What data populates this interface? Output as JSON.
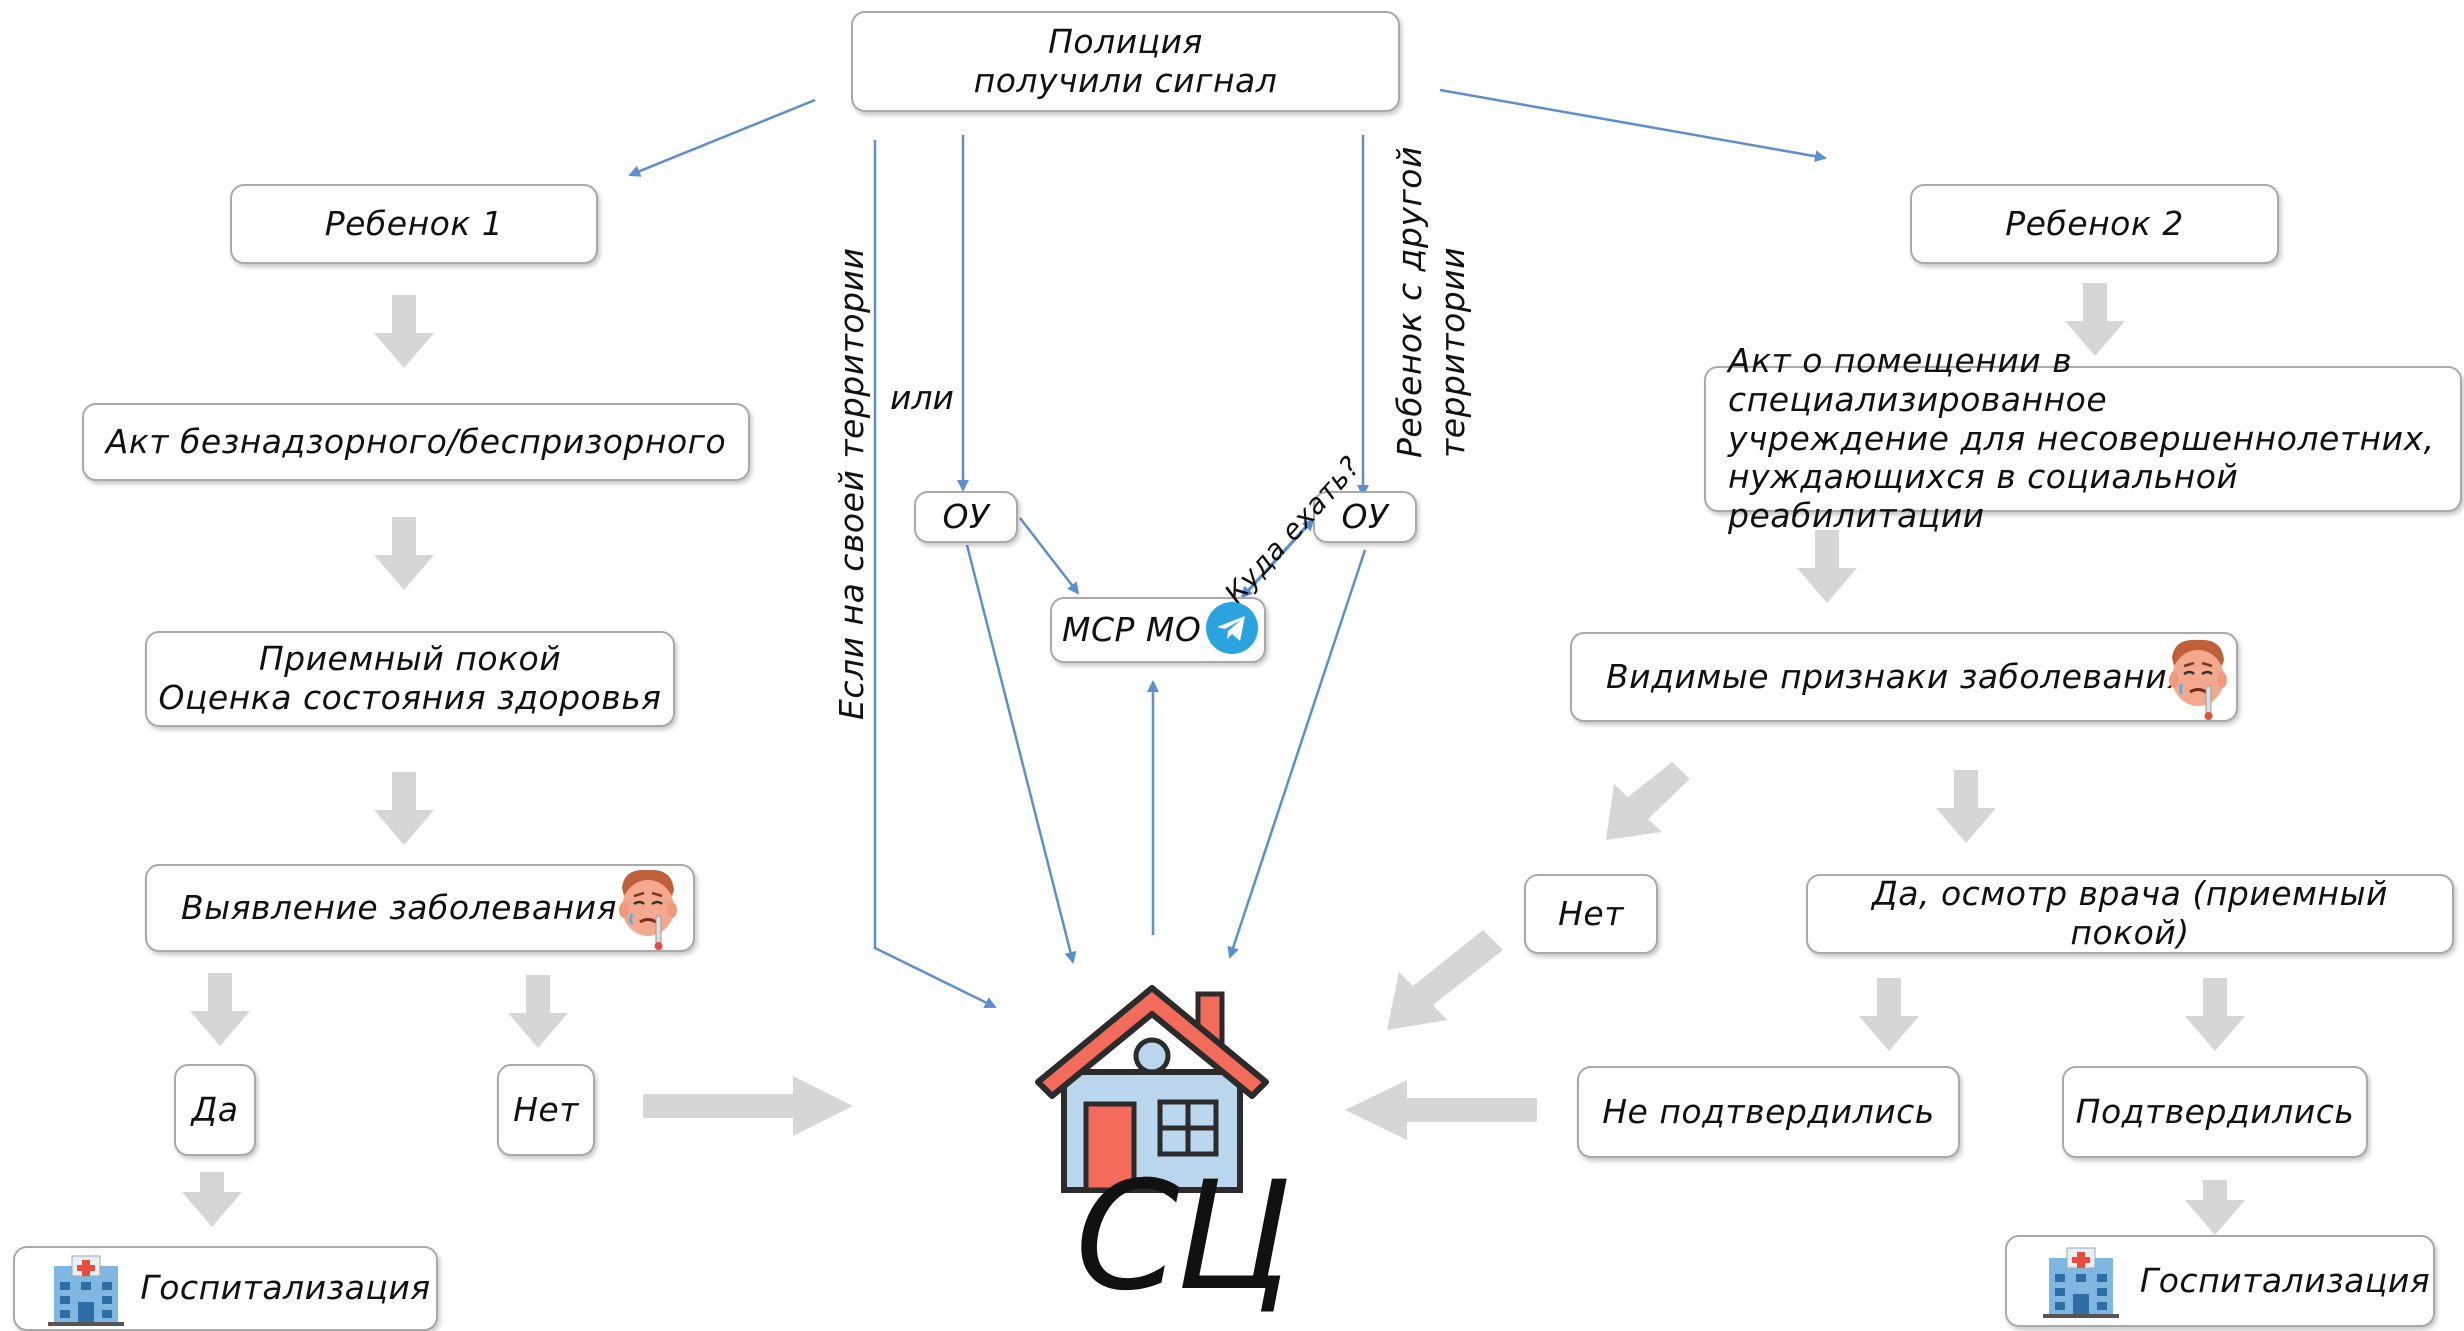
{
  "nodes": {
    "police": "Полиция\nполучили сигнал",
    "child1": "Ребенок 1",
    "act1": "Акт безнадзорного/беспризорного",
    "reception1": "Приемный покой\nОценка состояния здоровья",
    "detect1": "Выявление заболевания",
    "yes1": "Да",
    "no1": "Нет",
    "hosp1": "Госпитализация",
    "ou_left": "ОУ",
    "ou_right": "ОУ",
    "msr": "МСР МО",
    "child2": "Ребенок 2",
    "act2": "Акт о помещении в специализированное\nучреждение для несовершеннолетних,\nнуждающихся в социальной реабилитации",
    "signs2": "Видимые признаки заболевания",
    "no2": "Нет",
    "yes2": "Да, осмотр врача (приемный покой)",
    "notconfirmed": "Не подтвердились",
    "confirmed": "Подтвердились",
    "hosp2": "Госпитализация"
  },
  "labels": {
    "own_territory": "Если на своей территории",
    "or": "или",
    "other_territory_1": "Ребенок с другой",
    "other_territory_2": "территории",
    "where_to_go": "Куда ехать?",
    "sc": "СЦ"
  },
  "icons": {
    "sick_face": "sick-face-icon",
    "hospital": "hospital-icon",
    "telegram": "telegram-icon",
    "house": "house-icon"
  },
  "colors": {
    "blue_arrow": "#5b8fd1",
    "gray_arrow": "#d6d6d6",
    "box_border": "#a9a9a9",
    "house_roof": "#f26b5b",
    "house_wall": "#b9d6ec",
    "house_outline": "#2b2b2b",
    "telegram": "#2aa3e0"
  }
}
